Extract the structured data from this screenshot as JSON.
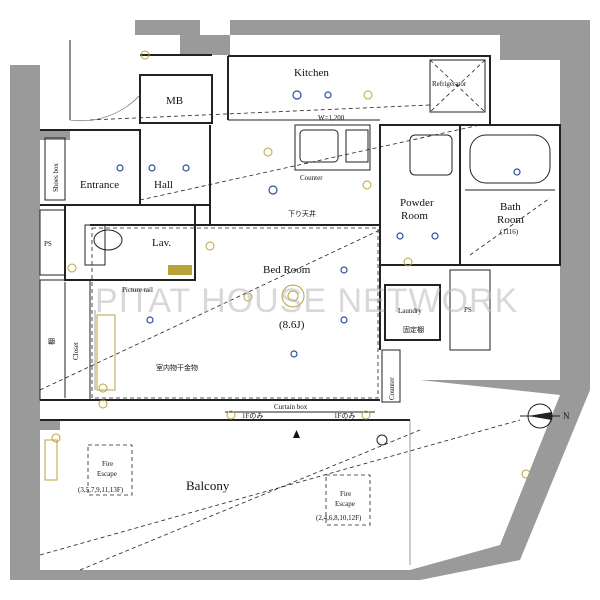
{
  "rooms": {
    "kitchen": "Kitchen",
    "refrigerator": "Refrigerator",
    "width_note": "W=1,200",
    "mb": "MB",
    "shoes_box": "Shoes box",
    "entrance": "Entrance",
    "hall": "Hall",
    "counter_top": "Counter",
    "lowered_ceiling": "下り天井",
    "powder_room_1": "Powder",
    "powder_room_2": "Room",
    "bath_room_1": "Bath",
    "bath_room_2": "Room",
    "bath_size": "(1116)",
    "ps_left": "PS",
    "ps_right": "PS",
    "lav": "Lav.",
    "bed_room": "Bed Room",
    "bed_size": "(8.6J)",
    "picture_rail": "Picture rail",
    "laundry": "Laundry",
    "laundry_fixed": "固定棚",
    "shelf": "棚",
    "closet": "Closet",
    "indoor_hanger": "室内物干金物",
    "counter_side": "Counter",
    "curtain_box": "Curtain box",
    "floor_note_left": "1Fのみ",
    "floor_note_right": "1Fのみ",
    "balcony": "Balcony"
  },
  "fire_escape_left": {
    "line1": "Fire",
    "line2": "Escape",
    "line3": "(3,5,7,9,11,13F)"
  },
  "fire_escape_right": {
    "line1": "Fire",
    "line2": "Escape",
    "line3": "(2,4,6,8,10,12F)"
  },
  "watermark": "PITAT HOUSE NETWORK",
  "compass": "N",
  "colors": {
    "wall": "#9a9a9a",
    "line": "#222222",
    "fixture_blue": "#2a4d9a",
    "fixture_gold": "#b8a33a"
  }
}
